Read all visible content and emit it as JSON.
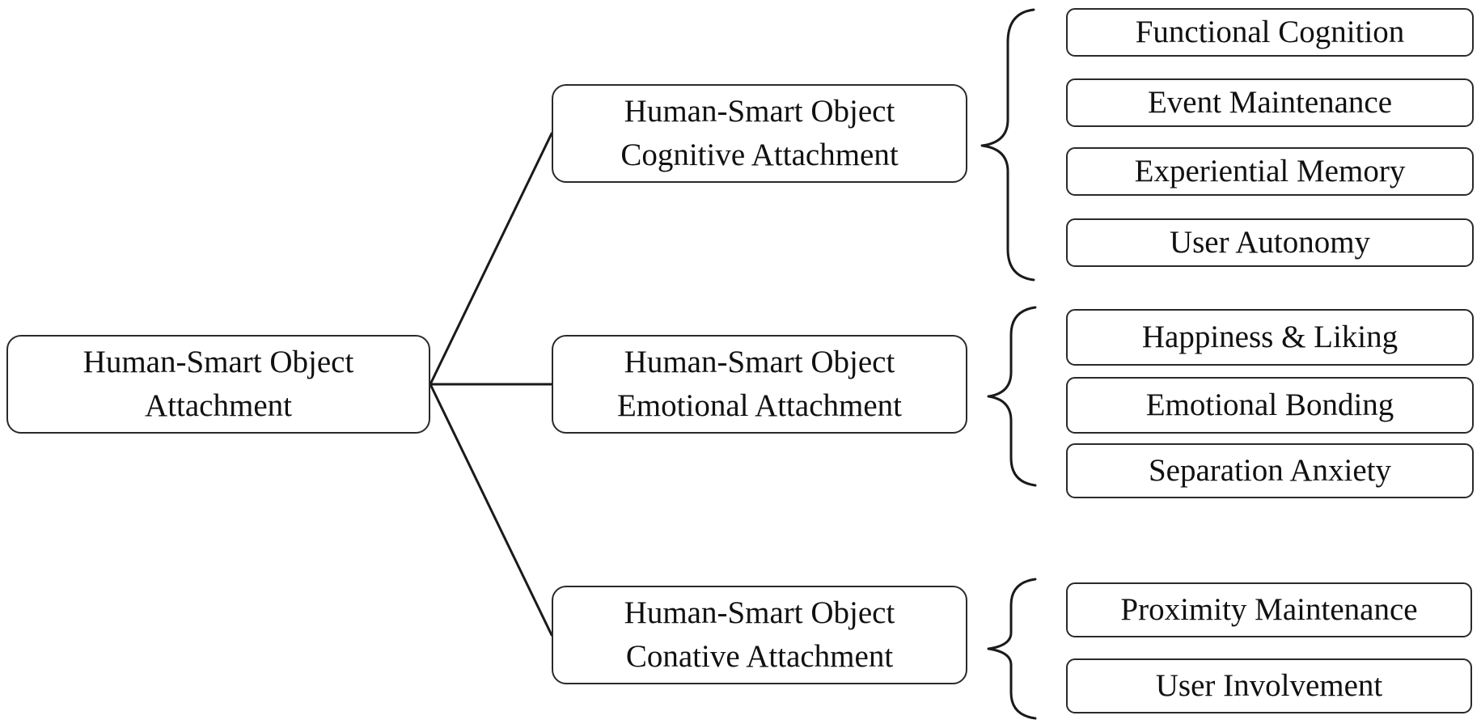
{
  "root": {
    "line1": "Human-Smart Object",
    "line2": "Attachment"
  },
  "branches": [
    {
      "line1": "Human-Smart Object",
      "line2": "Cognitive Attachment",
      "items": [
        "Functional Cognition",
        "Event Maintenance",
        "Experiential Memory",
        "User Autonomy"
      ]
    },
    {
      "line1": "Human-Smart Object",
      "line2": "Emotional Attachment",
      "items": [
        "Happiness & Liking",
        "Emotional Bonding",
        "Separation Anxiety"
      ]
    },
    {
      "line1": "Human-Smart Object",
      "line2": "Conative Attachment",
      "items": [
        "Proximity Maintenance",
        "User Involvement"
      ]
    }
  ],
  "colors": {
    "stroke": "#2a2a2a",
    "text": "#111111",
    "background": "#ffffff"
  }
}
